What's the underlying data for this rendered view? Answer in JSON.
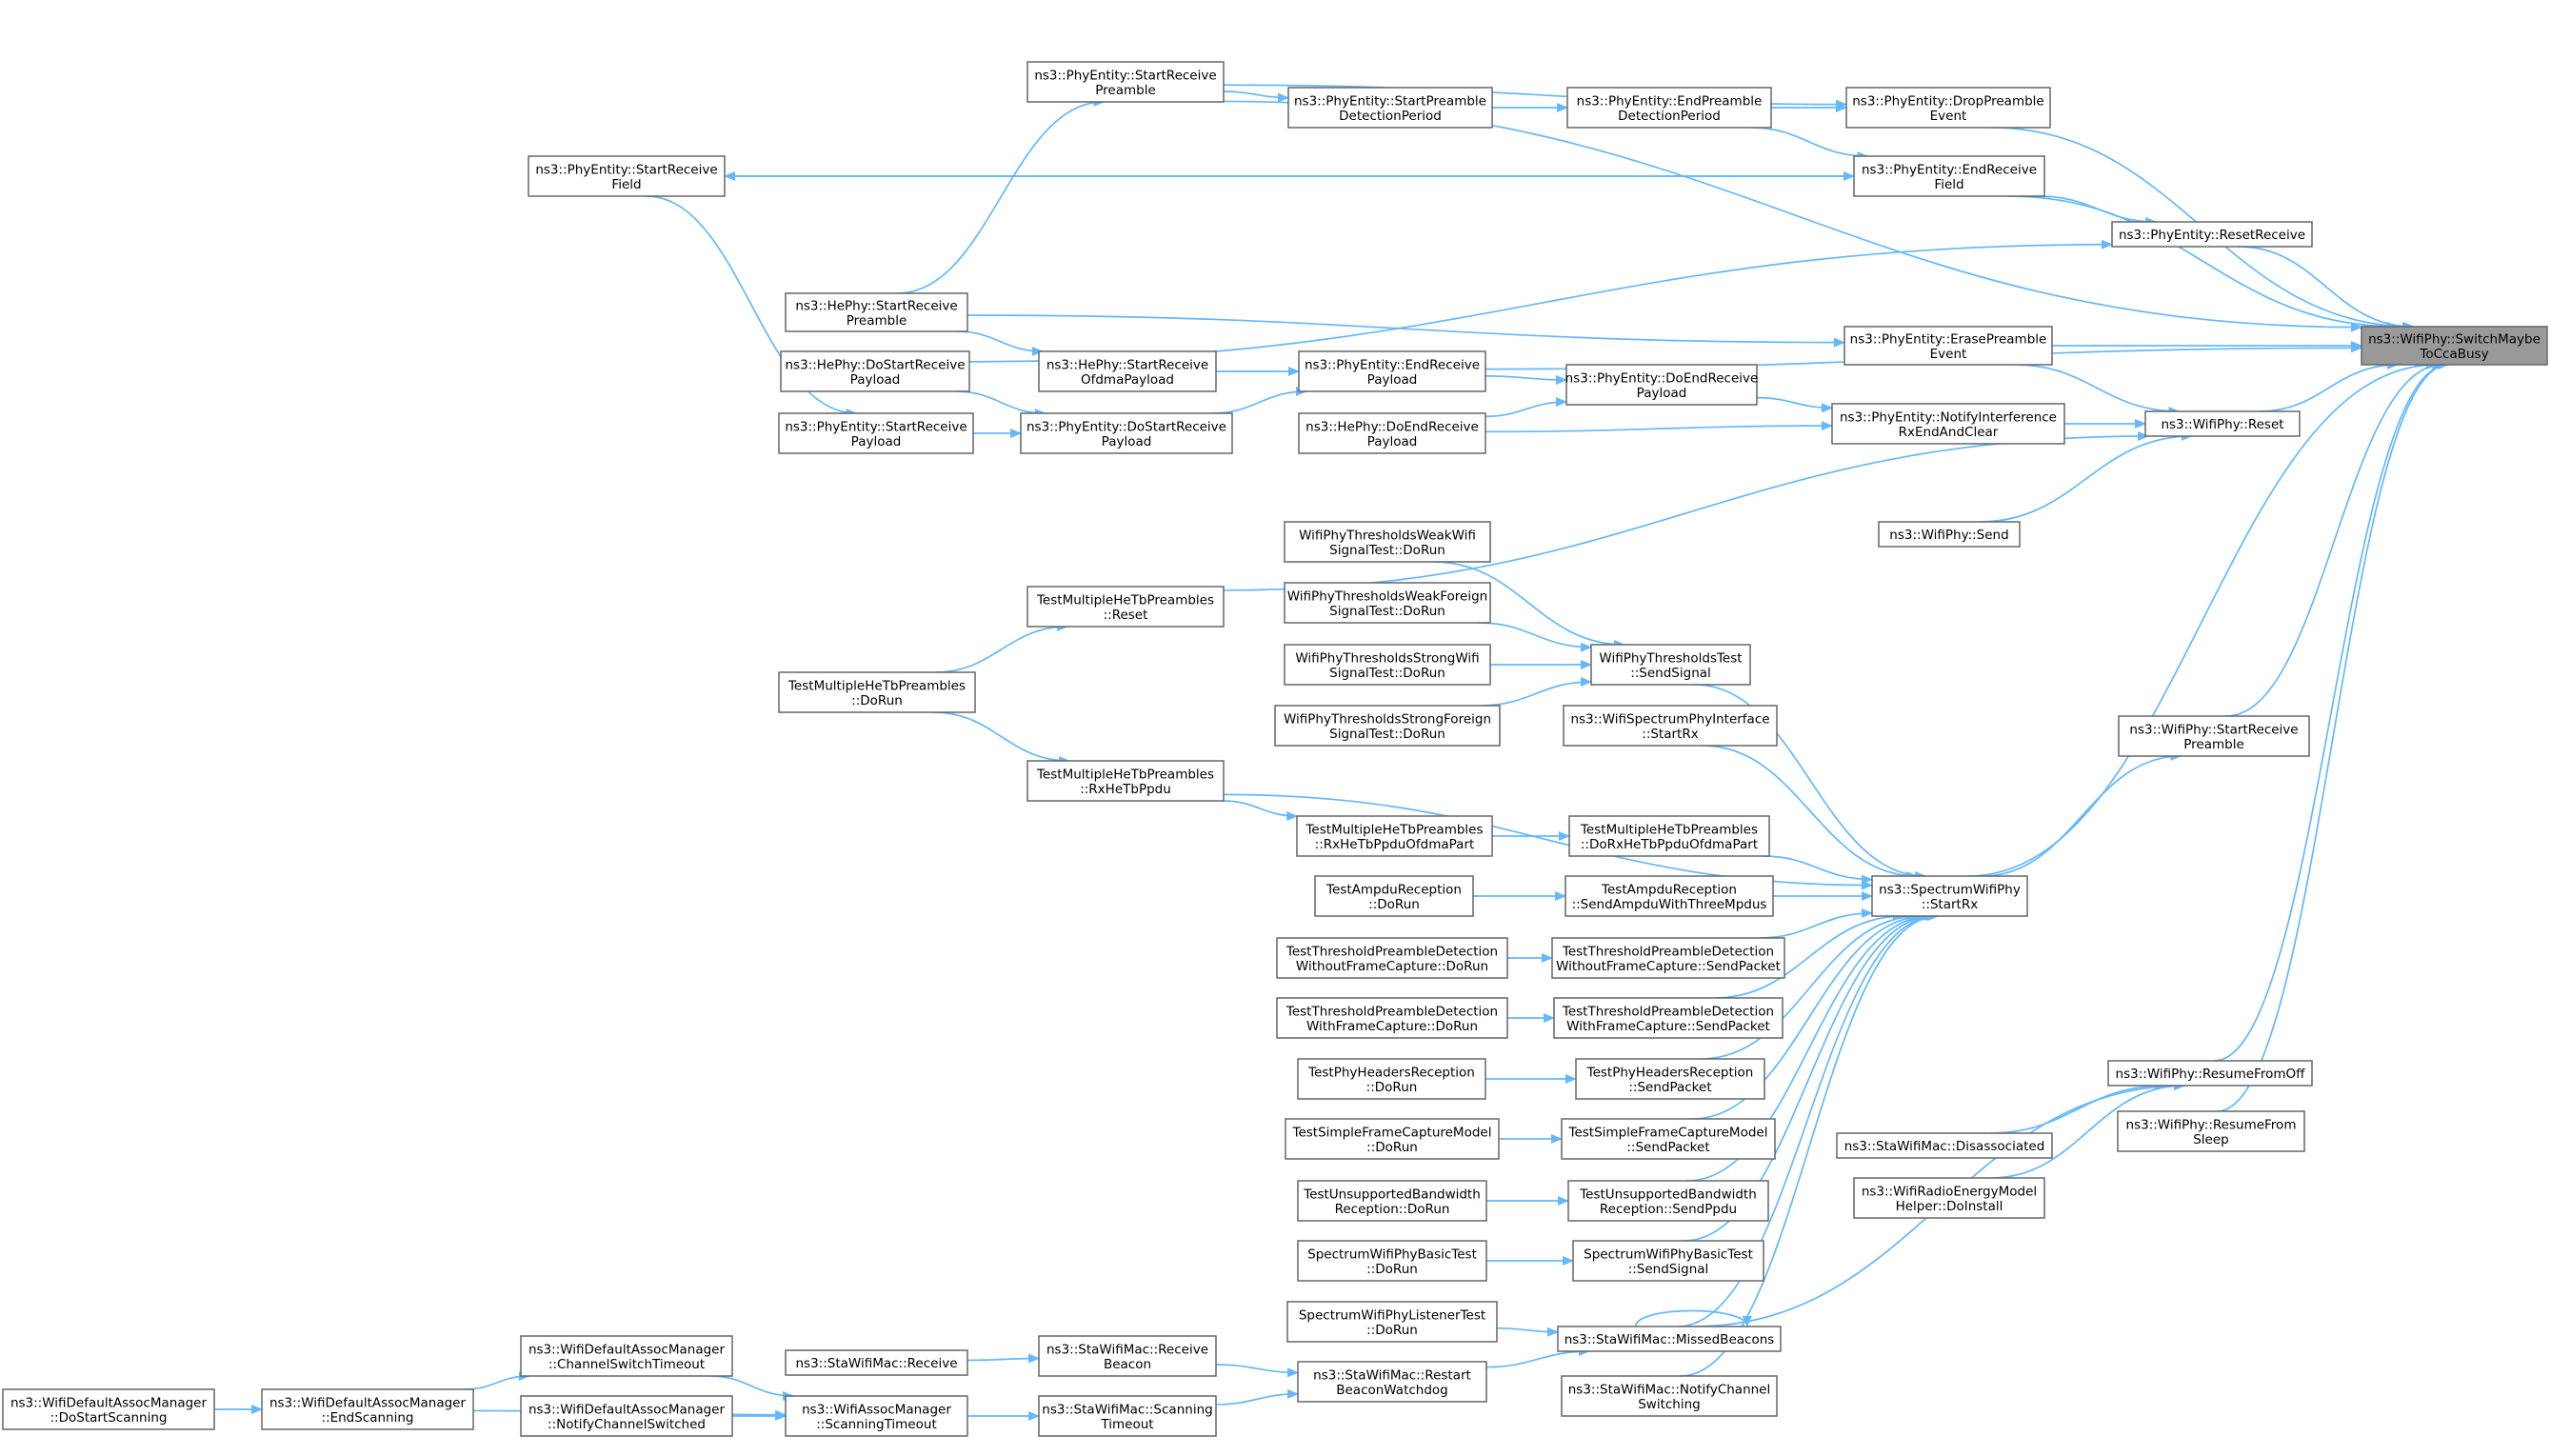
{
  "colors": {
    "edge": "#63b8ff",
    "node_border": "#666666",
    "root_fill": "#999999",
    "node_fill": "#ffffff"
  },
  "nodes": {
    "root": {
      "lines": [
        "ns3::WifiPhy::SwitchMaybe",
        "ToCcaBusy"
      ]
    },
    "pe_start_rx_preamble": {
      "lines": [
        "ns3::PhyEntity::StartReceive",
        "Preamble"
      ]
    },
    "pe_start_preamble_det": {
      "lines": [
        "ns3::PhyEntity::StartPreamble",
        "DetectionPeriod"
      ]
    },
    "pe_end_preamble_det": {
      "lines": [
        "ns3::PhyEntity::EndPreamble",
        "DetectionPeriod"
      ]
    },
    "pe_drop_preamble": {
      "lines": [
        "ns3::PhyEntity::DropPreamble",
        "Event"
      ]
    },
    "pe_start_rx_field": {
      "lines": [
        "ns3::PhyEntity::StartReceive",
        "Field"
      ]
    },
    "pe_end_rx_field": {
      "lines": [
        "ns3::PhyEntity::EndReceive",
        "Field"
      ]
    },
    "pe_reset_rx": {
      "lines": [
        "ns3::PhyEntity::ResetReceive"
      ]
    },
    "hephy_start_rx_preamble": {
      "lines": [
        "ns3::HePhy::StartReceive",
        "Preamble"
      ]
    },
    "pe_erase_preamble": {
      "lines": [
        "ns3::PhyEntity::ErasePreamble",
        "Event"
      ]
    },
    "hephy_do_start_rx_payload": {
      "lines": [
        "ns3::HePhy::DoStartReceive",
        "Payload"
      ]
    },
    "hephy_start_rx_ofdma": {
      "lines": [
        "ns3::HePhy::StartReceive",
        "OfdmaPayload"
      ]
    },
    "pe_end_rx_payload": {
      "lines": [
        "ns3::PhyEntity::EndReceive",
        "Payload"
      ]
    },
    "pe_do_end_rx_payload": {
      "lines": [
        "ns3::PhyEntity::DoEndReceive",
        "Payload"
      ]
    },
    "pe_start_rx_payload": {
      "lines": [
        "ns3::PhyEntity::StartReceive",
        "Payload"
      ]
    },
    "pe_do_start_rx_payload": {
      "lines": [
        "ns3::PhyEntity::DoStartReceive",
        "Payload"
      ]
    },
    "hephy_do_end_rx_payload": {
      "lines": [
        "ns3::HePhy::DoEndReceive",
        "Payload"
      ]
    },
    "pe_notify_interference": {
      "lines": [
        "ns3::PhyEntity::NotifyInterference",
        "RxEndAndClear"
      ]
    },
    "wifiphy_reset": {
      "lines": [
        "ns3::WifiPhy::Reset"
      ]
    },
    "wifiphy_send": {
      "lines": [
        "ns3::WifiPhy::Send"
      ]
    },
    "wpt_weak_wifi": {
      "lines": [
        "WifiPhyThresholdsWeakWifi",
        "SignalTest::DoRun"
      ]
    },
    "wpt_weak_foreign": {
      "lines": [
        "WifiPhyThresholdsWeakForeign",
        "SignalTest::DoRun"
      ]
    },
    "wpt_strong_wifi": {
      "lines": [
        "WifiPhyThresholdsStrongWifi",
        "SignalTest::DoRun"
      ]
    },
    "wpt_strong_foreign": {
      "lines": [
        "WifiPhyThresholdsStrongForeign",
        "SignalTest::DoRun"
      ]
    },
    "wpt_send_signal": {
      "lines": [
        "WifiPhyThresholdsTest",
        "::SendSignal"
      ]
    },
    "tmhp_reset": {
      "lines": [
        "TestMultipleHeTbPreambles",
        "::Reset"
      ]
    },
    "tmhp_dorun": {
      "lines": [
        "TestMultipleHeTbPreambles",
        "::DoRun"
      ]
    },
    "wspi_start_rx": {
      "lines": [
        "ns3::WifiSpectrumPhyInterface",
        "::StartRx"
      ]
    },
    "wifiphy_start_rx_preamble": {
      "lines": [
        "ns3::WifiPhy::StartReceive",
        "Preamble"
      ]
    },
    "tmhp_rx_he_tb": {
      "lines": [
        "TestMultipleHeTbPreambles",
        "::RxHeTbPpdu"
      ]
    },
    "tmhp_rx_ofdma": {
      "lines": [
        "TestMultipleHeTbPreambles",
        "::RxHeTbPpduOfdmaPart"
      ]
    },
    "tmhp_do_rx_ofdma": {
      "lines": [
        "TestMultipleHeTbPreambles",
        "::DoRxHeTbPpduOfdmaPart"
      ]
    },
    "spectrum_start_rx": {
      "lines": [
        "ns3::SpectrumWifiPhy",
        "::StartRx"
      ]
    },
    "tampdu_dorun": {
      "lines": [
        "TestAmpduReception",
        "::DoRun"
      ]
    },
    "tampdu_send": {
      "lines": [
        "TestAmpduReception",
        "::SendAmpduWithThreeMpdus"
      ]
    },
    "ttpd_wo_dorun": {
      "lines": [
        "TestThresholdPreambleDetection",
        "WithoutFrameCapture::DoRun"
      ]
    },
    "ttpd_wo_send": {
      "lines": [
        "TestThresholdPreambleDetection",
        "WithoutFrameCapture::SendPacket"
      ]
    },
    "ttpd_w_dorun": {
      "lines": [
        "TestThresholdPreambleDetection",
        "WithFrameCapture::DoRun"
      ]
    },
    "ttpd_w_send": {
      "lines": [
        "TestThresholdPreambleDetection",
        "WithFrameCapture::SendPacket"
      ]
    },
    "tphr_dorun": {
      "lines": [
        "TestPhyHeadersReception",
        "::DoRun"
      ]
    },
    "tphr_send": {
      "lines": [
        "TestPhyHeadersReception",
        "::SendPacket"
      ]
    },
    "wifiphy_resume_off": {
      "lines": [
        "ns3::WifiPhy::ResumeFromOff"
      ]
    },
    "tsfc_dorun": {
      "lines": [
        "TestSimpleFrameCaptureModel",
        "::DoRun"
      ]
    },
    "tsfc_send": {
      "lines": [
        "TestSimpleFrameCaptureModel",
        "::SendPacket"
      ]
    },
    "wifiphy_resume_sleep": {
      "lines": [
        "ns3::WifiPhy::ResumeFrom",
        "Sleep"
      ]
    },
    "sta_disassociated": {
      "lines": [
        "ns3::StaWifiMac::Disassociated"
      ]
    },
    "tub_dorun": {
      "lines": [
        "TestUnsupportedBandwidth",
        "Reception::DoRun"
      ]
    },
    "tub_send": {
      "lines": [
        "TestUnsupportedBandwidth",
        "Reception::SendPpdu"
      ]
    },
    "wrem_install": {
      "lines": [
        "ns3::WifiRadioEnergyModel",
        "Helper::DoInstall"
      ]
    },
    "swpb_dorun": {
      "lines": [
        "SpectrumWifiPhyBasicTest",
        "::DoRun"
      ]
    },
    "swpb_send": {
      "lines": [
        "SpectrumWifiPhyBasicTest",
        "::SendSignal"
      ]
    },
    "swpl_dorun": {
      "lines": [
        "SpectrumWifiPhyListenerTest",
        "::DoRun"
      ]
    },
    "sta_missed_beacons": {
      "lines": [
        "ns3::StaWifiMac::MissedBeacons"
      ]
    },
    "wdam_channel_switch": {
      "lines": [
        "ns3::WifiDefaultAssocManager",
        "::ChannelSwitchTimeout"
      ]
    },
    "sta_receive": {
      "lines": [
        "ns3::StaWifiMac::Receive"
      ]
    },
    "sta_receive_beacon": {
      "lines": [
        "ns3::StaWifiMac::Receive",
        "Beacon"
      ]
    },
    "sta_restart_beacon": {
      "lines": [
        "ns3::StaWifiMac::Restart",
        "BeaconWatchdog"
      ]
    },
    "sta_notify_channel": {
      "lines": [
        "ns3::StaWifiMac::NotifyChannel",
        "Switching"
      ]
    },
    "wdam_do_start_scanning": {
      "lines": [
        "ns3::WifiDefaultAssocManager",
        "::DoStartScanning"
      ]
    },
    "wdam_end_scanning": {
      "lines": [
        "ns3::WifiDefaultAssocManager",
        "::EndScanning"
      ]
    },
    "wdam_notify_channel": {
      "lines": [
        "ns3::WifiDefaultAssocManager",
        "::NotifyChannelSwitched"
      ]
    },
    "wam_scanning_timeout": {
      "lines": [
        "ns3::WifiAssocManager",
        "::ScanningTimeout"
      ]
    },
    "sta_scanning_timeout": {
      "lines": [
        "ns3::StaWifiMac::Scanning",
        "Timeout"
      ]
    }
  },
  "edges": [
    [
      "pe_start_rx_preamble",
      "root"
    ],
    [
      "pe_start_rx_preamble",
      "pe_start_preamble_det"
    ],
    [
      "pe_start_rx_preamble",
      "pe_drop_preamble"
    ],
    [
      "pe_start_preamble_det",
      "pe_end_preamble_det"
    ],
    [
      "pe_end_preamble_det",
      "pe_drop_preamble"
    ],
    [
      "pe_end_preamble_det",
      "pe_end_rx_field"
    ],
    [
      "pe_drop_preamble",
      "root"
    ],
    [
      "pe_end_rx_field",
      "pe_start_rx_field"
    ],
    [
      "pe_start_rx_field",
      "pe_end_rx_field"
    ],
    [
      "pe_end_rx_field",
      "root"
    ],
    [
      "pe_end_rx_field",
      "pe_reset_rx"
    ],
    [
      "pe_reset_rx",
      "root"
    ],
    [
      "pe_start_rx_field",
      "pe_start_rx_payload"
    ],
    [
      "hephy_start_rx_preamble",
      "pe_start_rx_preamble"
    ],
    [
      "hephy_start_rx_preamble",
      "pe_erase_preamble"
    ],
    [
      "hephy_start_rx_preamble",
      "hephy_start_rx_ofdma"
    ],
    [
      "hephy_do_start_rx_payload",
      "pe_reset_rx"
    ],
    [
      "hephy_do_start_rx_payload",
      "pe_do_start_rx_payload"
    ],
    [
      "hephy_start_rx_ofdma",
      "pe_end_rx_payload"
    ],
    [
      "pe_end_rx_payload",
      "root"
    ],
    [
      "pe_end_rx_payload",
      "pe_do_end_rx_payload"
    ],
    [
      "pe_do_start_rx_payload",
      "pe_end_rx_payload"
    ],
    [
      "pe_start_rx_payload",
      "pe_do_start_rx_payload"
    ],
    [
      "pe_do_end_rx_payload",
      "pe_notify_interference"
    ],
    [
      "hephy_do_end_rx_payload",
      "pe_do_end_rx_payload"
    ],
    [
      "hephy_do_end_rx_payload",
      "pe_notify_interference"
    ],
    [
      "pe_notify_interference",
      "wifiphy_reset"
    ],
    [
      "pe_erase_preamble",
      "root"
    ],
    [
      "pe_erase_preamble",
      "wifiphy_reset"
    ],
    [
      "wifiphy_reset",
      "root"
    ],
    [
      "wifiphy_send",
      "wifiphy_reset"
    ],
    [
      "tmhp_reset",
      "wifiphy_reset"
    ],
    [
      "tmhp_dorun",
      "tmhp_reset"
    ],
    [
      "tmhp_dorun",
      "tmhp_rx_he_tb"
    ],
    [
      "wpt_weak_wifi",
      "wpt_send_signal"
    ],
    [
      "wpt_weak_foreign",
      "wpt_send_signal"
    ],
    [
      "wpt_strong_wifi",
      "wpt_send_signal"
    ],
    [
      "wpt_strong_foreign",
      "wpt_send_signal"
    ],
    [
      "wpt_send_signal",
      "spectrum_start_rx"
    ],
    [
      "wspi_start_rx",
      "spectrum_start_rx"
    ],
    [
      "tmhp_rx_he_tb",
      "spectrum_start_rx"
    ],
    [
      "tmhp_rx_he_tb",
      "tmhp_rx_ofdma"
    ],
    [
      "tmhp_rx_ofdma",
      "tmhp_do_rx_ofdma"
    ],
    [
      "tmhp_do_rx_ofdma",
      "spectrum_start_rx"
    ],
    [
      "tampdu_dorun",
      "tampdu_send"
    ],
    [
      "tampdu_send",
      "spectrum_start_rx"
    ],
    [
      "ttpd_wo_dorun",
      "ttpd_wo_send"
    ],
    [
      "ttpd_wo_send",
      "spectrum_start_rx"
    ],
    [
      "ttpd_w_dorun",
      "ttpd_w_send"
    ],
    [
      "ttpd_w_send",
      "spectrum_start_rx"
    ],
    [
      "tphr_dorun",
      "tphr_send"
    ],
    [
      "tphr_send",
      "spectrum_start_rx"
    ],
    [
      "tsfc_dorun",
      "tsfc_send"
    ],
    [
      "tsfc_send",
      "spectrum_start_rx"
    ],
    [
      "tub_dorun",
      "tub_send"
    ],
    [
      "tub_send",
      "spectrum_start_rx"
    ],
    [
      "swpb_dorun",
      "swpb_send"
    ],
    [
      "swpb_send",
      "spectrum_start_rx"
    ],
    [
      "swpl_dorun",
      "sta_missed_beacons"
    ],
    [
      "sta_missed_beacons",
      "sta_missed_beacons"
    ],
    [
      "sta_missed_beacons",
      "spectrum_start_rx"
    ],
    [
      "sta_missed_beacons",
      "wifiphy_resume_off"
    ],
    [
      "sta_notify_channel",
      "spectrum_start_rx"
    ],
    [
      "spectrum_start_rx",
      "root"
    ],
    [
      "spectrum_start_rx",
      "wifiphy_start_rx_preamble"
    ],
    [
      "wifiphy_start_rx_preamble",
      "root"
    ],
    [
      "wifiphy_resume_off",
      "root"
    ],
    [
      "wifiphy_resume_sleep",
      "root"
    ],
    [
      "sta_disassociated",
      "wifiphy_resume_off"
    ],
    [
      "wrem_install",
      "wifiphy_resume_off"
    ],
    [
      "sta_restart_beacon",
      "sta_missed_beacons"
    ],
    [
      "sta_receive",
      "sta_receive_beacon"
    ],
    [
      "sta_receive_beacon",
      "sta_restart_beacon"
    ],
    [
      "sta_scanning_timeout",
      "sta_restart_beacon"
    ],
    [
      "wam_scanning_timeout",
      "sta_scanning_timeout"
    ],
    [
      "wdam_channel_switch",
      "wam_scanning_timeout"
    ],
    [
      "wdam_notify_channel",
      "wam_scanning_timeout"
    ],
    [
      "wdam_end_scanning",
      "wdam_channel_switch"
    ],
    [
      "wdam_end_scanning",
      "wam_scanning_timeout"
    ],
    [
      "wdam_do_start_scanning",
      "wdam_end_scanning"
    ]
  ]
}
